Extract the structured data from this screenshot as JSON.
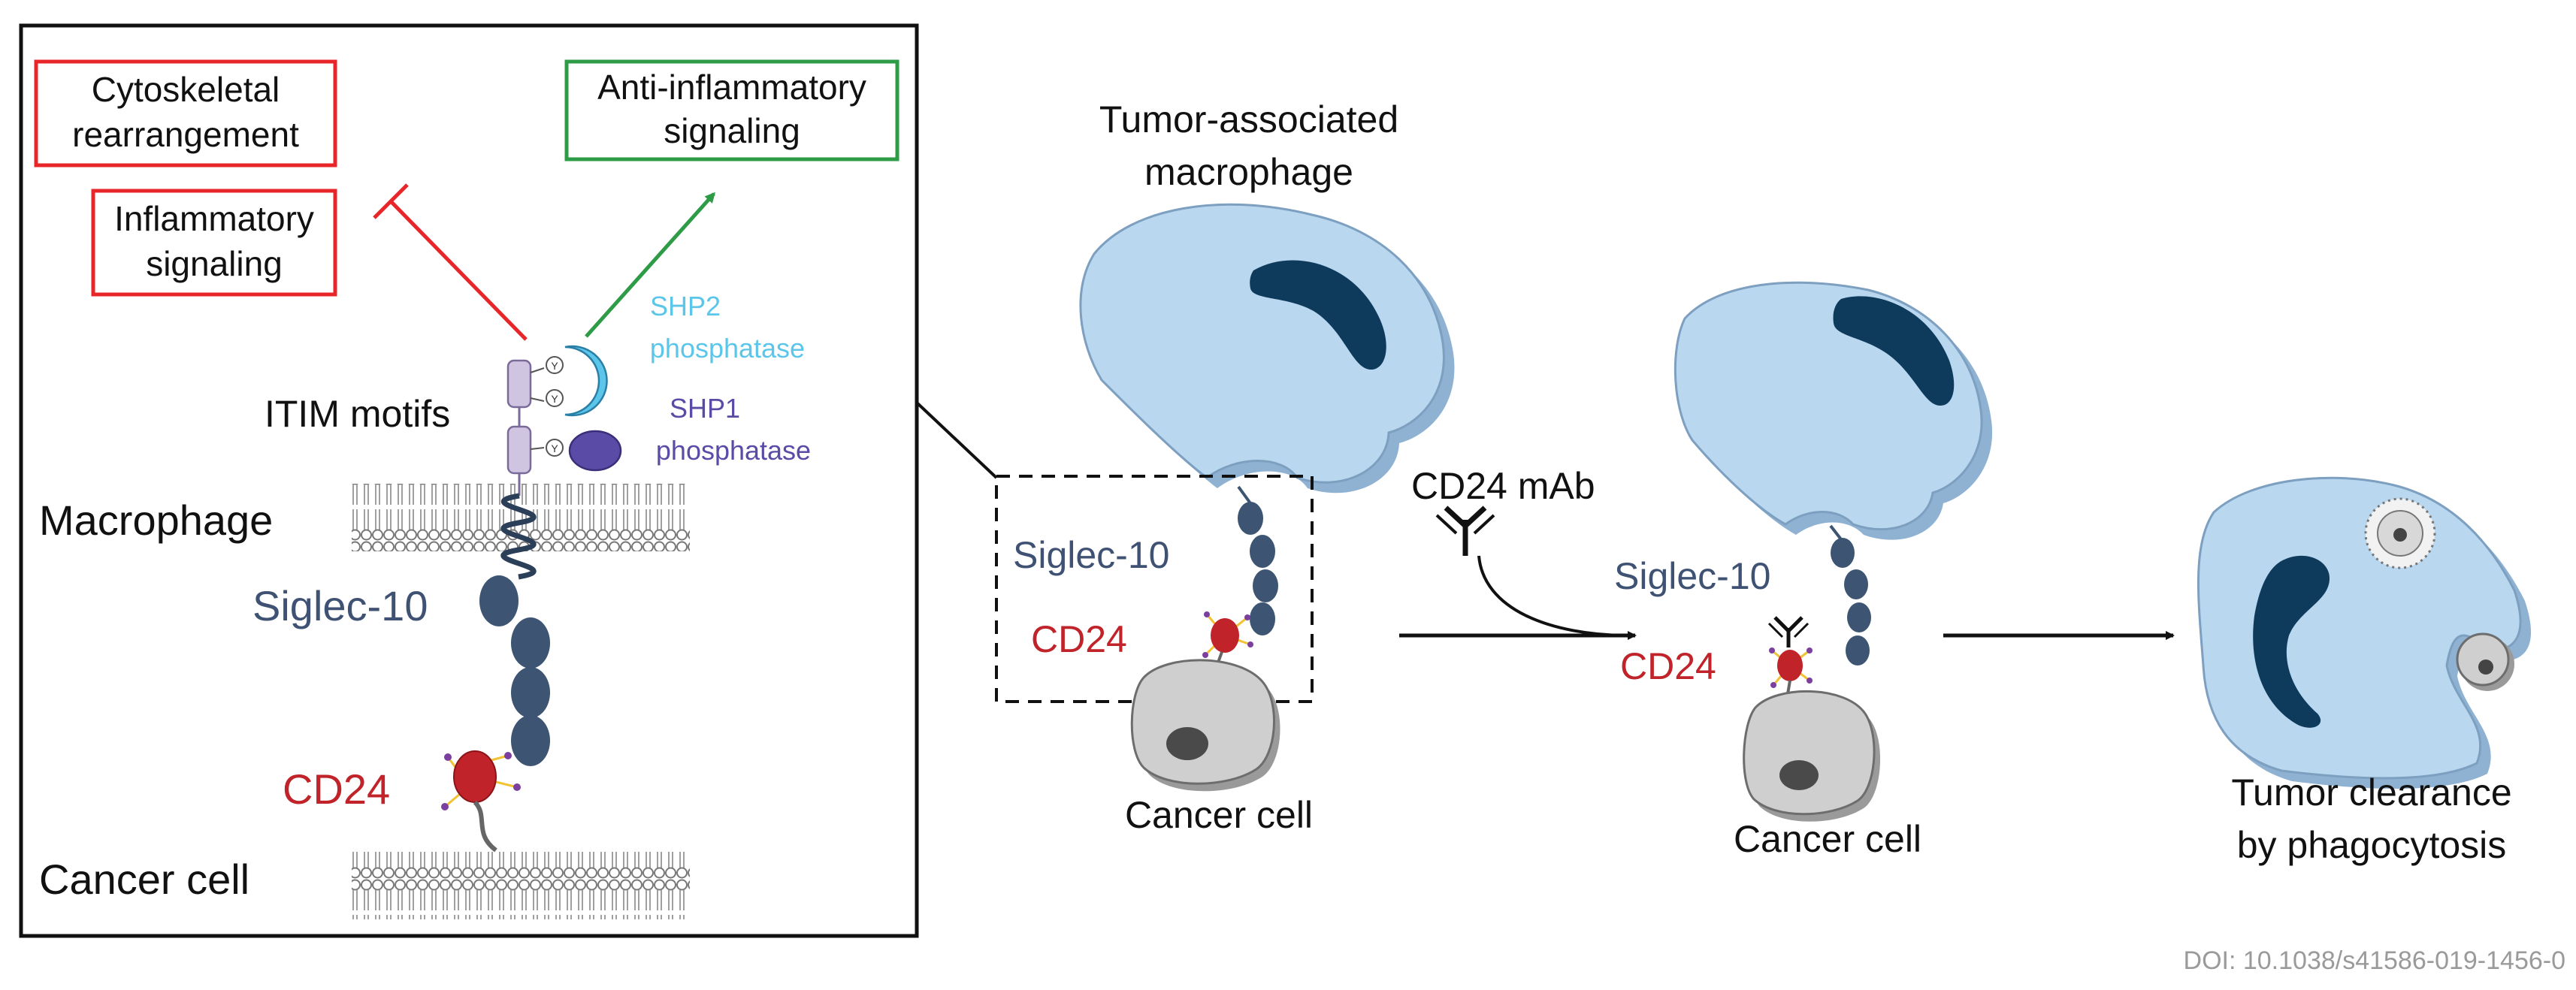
{
  "inset": {
    "box_cytoskeletal": [
      "Cytoskeletal",
      "rearrangement"
    ],
    "box_inflammatory": [
      "Inflammatory",
      "signaling"
    ],
    "box_anti": [
      "Anti-inflammatory",
      "signaling"
    ],
    "shp2": [
      "SHP2",
      "phosphatase"
    ],
    "shp1": [
      "SHP1",
      "phosphatase"
    ],
    "itim": "ITIM motifs",
    "macrophage": "Macrophage",
    "siglec": "Siglec-10",
    "cd24": "CD24",
    "cancer": "Cancer cell"
  },
  "panel1": {
    "title": [
      "Tumor-associated",
      "macrophage"
    ],
    "siglec": "Siglec-10",
    "cd24": "CD24",
    "cancer": "Cancer cell"
  },
  "panel2": {
    "mab": "CD24 mAb",
    "siglec": "Siglec-10",
    "cd24": "CD24",
    "cancer": "Cancer cell"
  },
  "panel3": {
    "title": [
      "Tumor clearance",
      "by phagocytosis"
    ]
  },
  "doi": "DOI: 10.1038/s41586-019-1456-0",
  "colors": {
    "red_box": "#e8262a",
    "green_box": "#2e9b47",
    "shp2": "#5cc6ea",
    "shp1": "#5a4ba6",
    "siglec_text": "#3f5273",
    "cd24_text": "#c02329",
    "macrophage_fill": "#b9d7ef",
    "nucleus": "#0e3a5c",
    "domain": "#3d5572",
    "cancer_fill": "#c9c9c9"
  }
}
